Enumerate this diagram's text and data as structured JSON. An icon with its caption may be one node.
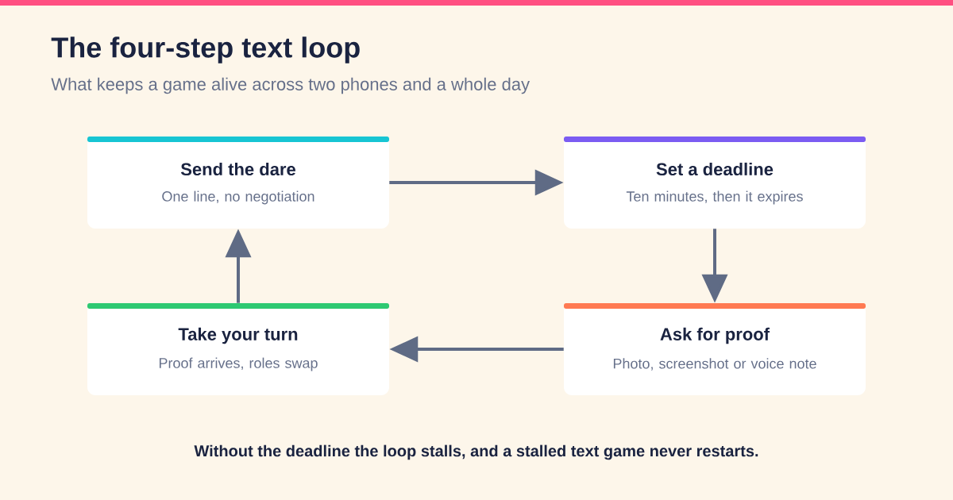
{
  "diagram": {
    "title": "The four-step text loop",
    "caption": "Without the deadline the loop stalls, and a stalled text game never restarts.",
    "nodes": [
      {
        "text": [
          "Send the dare",
          "One line, no negotiation"
        ]
      },
      {
        "text": [
          "Set a deadline",
          "Ten minutes, then it expires"
        ]
      },
      {
        "text": [
          "Ask for proof",
          "Photo, screenshot or voice note"
        ]
      },
      {
        "text": [
          "Take your turn",
          "Proof arrives, roles swap"
        ]
      }
    ],
    "edges": [
      {
        "from": 0,
        "to": 1,
        "arrow": "to"
      },
      {
        "from": 1,
        "to": 2,
        "arrow": "to"
      },
      {
        "from": 2,
        "to": 3,
        "arrow": "to"
      },
      {
        "from": 3,
        "to": 0,
        "arrow": "to"
      }
    ],
    "labels": [
      "What keeps a game alive across two phones and a whole day"
    ]
  }
}
